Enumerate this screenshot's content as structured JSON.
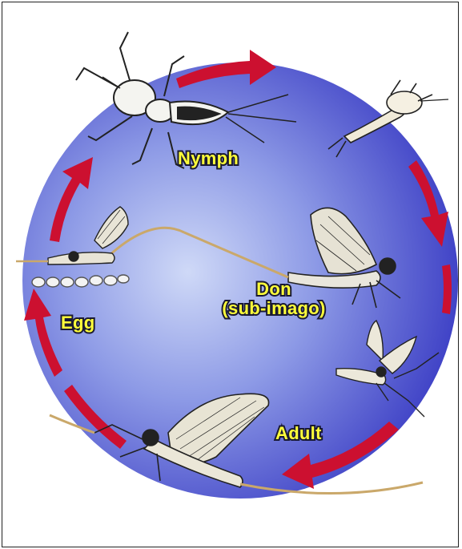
{
  "diagram": {
    "stages": [
      {
        "id": "nymph",
        "lines": [
          "Nymph"
        ]
      },
      {
        "id": "dun",
        "lines": [
          "Don",
          "(sub-imago)"
        ]
      },
      {
        "id": "adult",
        "lines": [
          "Adult"
        ]
      },
      {
        "id": "egg",
        "lines": [
          "Egg"
        ]
      }
    ],
    "colors": {
      "background_disc_center": "#c7d4f5",
      "background_disc_edge": "#3d3fc8",
      "arrow": "#cc1030",
      "label_text": "#ffff3a",
      "label_outline": "#1a1a33"
    },
    "icons": [
      "nymph-illustration",
      "emerging-nymph-illustration",
      "dun-mayfly-illustration",
      "flying-adult-illustration",
      "adult-spinner-illustration",
      "egg-cluster",
      "cycle-arrow"
    ]
  }
}
